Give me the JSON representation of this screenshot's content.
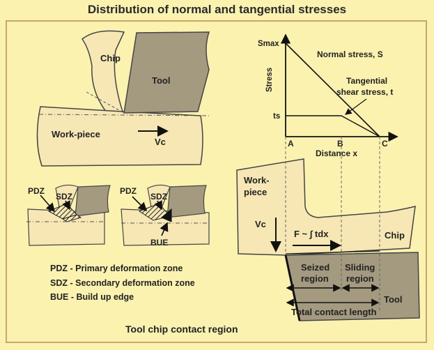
{
  "title": "Distribution of normal and tangential stresses",
  "top_left": {
    "chip": "Chip",
    "tool": "Tool",
    "workpiece": "Work-piece",
    "vc": "Vc"
  },
  "zones": {
    "pdz": "PDZ",
    "sdz": "SDZ",
    "bue": "BUE"
  },
  "legend": [
    "PDZ - Primary deformation zone",
    "SDZ - Secondary deformation zone",
    "BUE - Build up edge"
  ],
  "graph": {
    "smax": "Smax",
    "ts": "ts",
    "ylabel": "Stress",
    "xlabel": "Distance x",
    "normal_stress": "Normal stress, S",
    "tangential_line1": "Tangential",
    "tangential_line2": "shear stress, t",
    "point_a": "A",
    "point_b": "B",
    "point_c": "C"
  },
  "contact": {
    "workpiece_line1": "Work-",
    "workpiece_line2": "piece",
    "vc": "Vc",
    "force": "F ~ ∫ tdx",
    "chip": "Chip",
    "seized_line1": "Seized",
    "seized_line2": "region",
    "sliding_line1": "Sliding",
    "sliding_line2": "region",
    "tool": "Tool",
    "total": "Total contact length"
  },
  "caption": "Tool chip contact region",
  "colors": {
    "background": "#fbf2b0",
    "material": "#f6e7b4",
    "tool": "#a49a80",
    "frame": "#c7a868"
  }
}
